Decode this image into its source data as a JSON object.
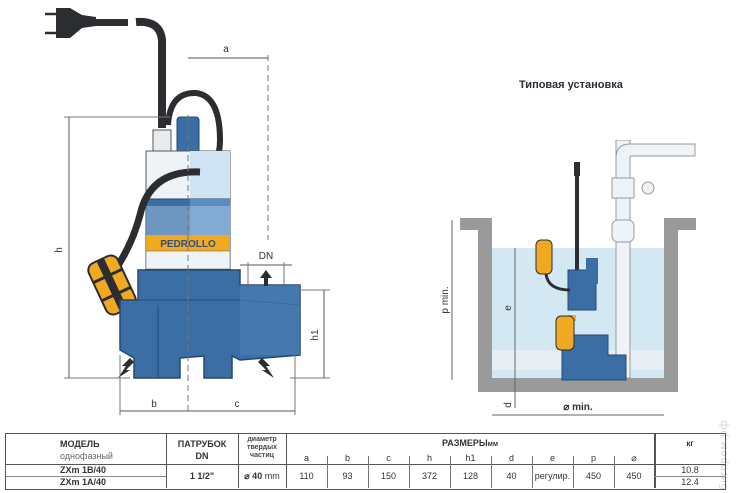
{
  "diagram": {
    "brand_label": "PEDROLLO",
    "dimension_labels": {
      "a": "a",
      "b": "b",
      "c": "c",
      "h": "h",
      "h1": "h1",
      "dn": "DN"
    },
    "installation": {
      "title": "Типовая установка",
      "labels": {
        "p_min": "p min.",
        "e": "e",
        "d": "d",
        "diameter_min": "⌀ min."
      }
    },
    "colors": {
      "pump_blue": "#3a6ea5",
      "pump_light": "#cfe3f3",
      "float_yellow": "#f2a922",
      "cable": "#2b2d30",
      "water": "#d4e8f4",
      "wall": "#9a9a9a"
    }
  },
  "table": {
    "headers": {
      "model": "МОДЕЛЬ",
      "model_sub": "однофазный",
      "outlet": "ПАТРУБОК",
      "outlet_sub": "DN",
      "solids_1": "диаметр",
      "solids_2": "твердых",
      "solids_3": "частиц",
      "dims": "РАЗМЕРЫ",
      "dims_unit": "мм",
      "weight": "кг"
    },
    "dim_columns": [
      "a",
      "b",
      "c",
      "h",
      "h1",
      "d",
      "e",
      "p",
      "⌀"
    ],
    "rows": [
      {
        "model": "ZXm 1B/40",
        "weight": "10.8"
      },
      {
        "model": "ZXm 1A/40",
        "weight": "12.4"
      }
    ],
    "shared": {
      "outlet": "1 1/2\"",
      "solids": "⌀ 40",
      "solids_unit": "mm",
      "dims": [
        "110",
        "93",
        "150",
        "372",
        "128",
        "40",
        "регулир.",
        "450",
        "450"
      ]
    }
  },
  "watermark": "бигпром.рф"
}
